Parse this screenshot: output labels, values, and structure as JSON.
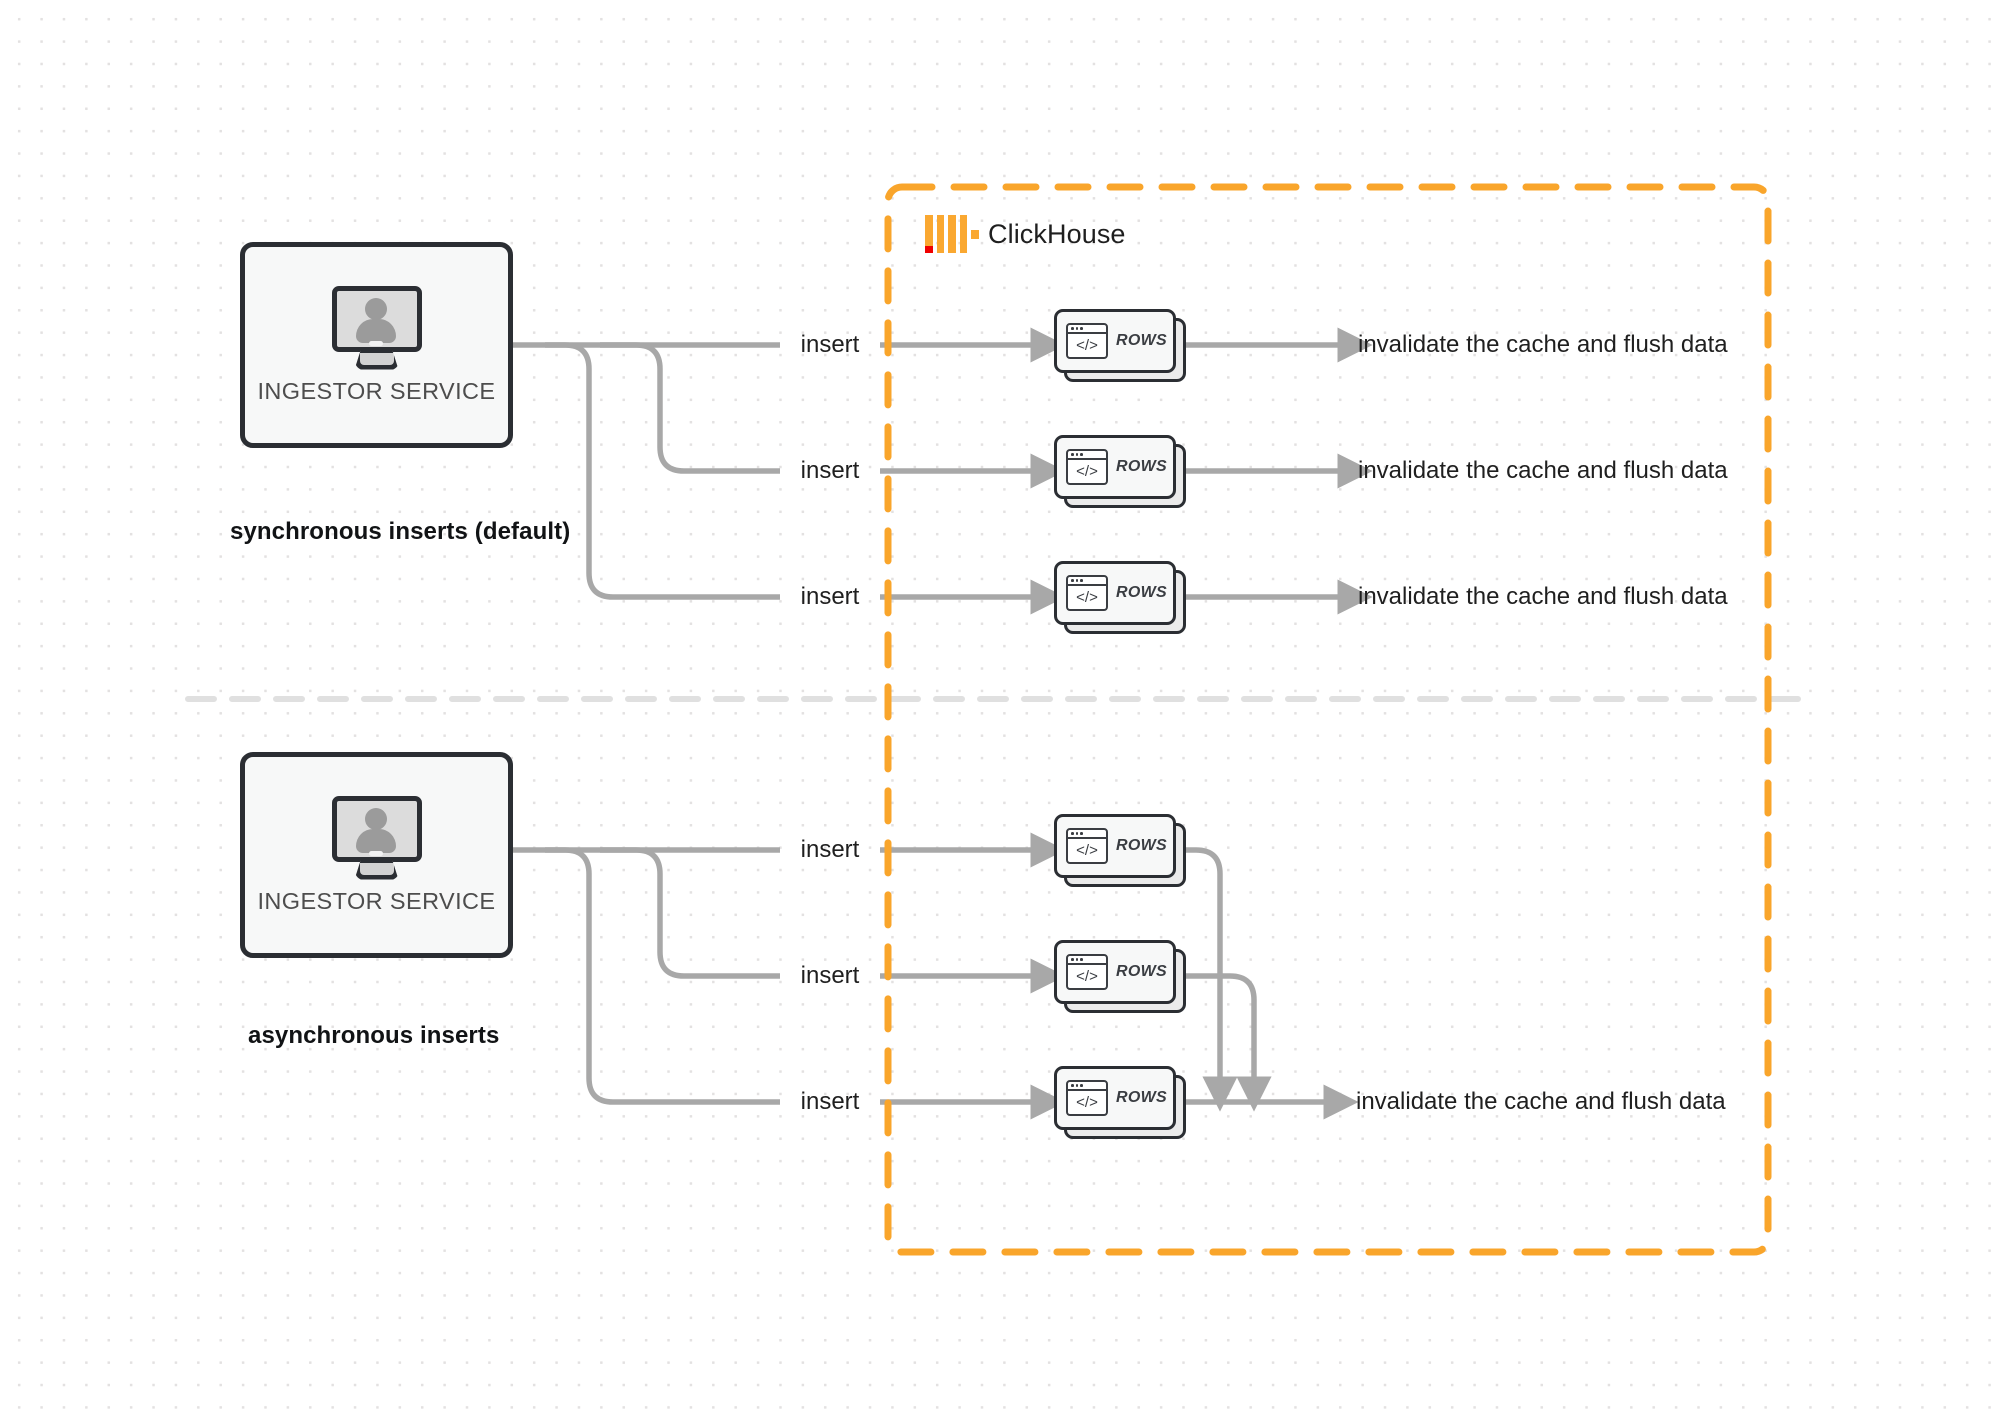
{
  "diagram": {
    "title": "ClickHouse synchronous vs asynchronous inserts",
    "colors": {
      "boundary": "#f9a52b",
      "logo_yellow": "#faa831",
      "logo_red": "#f00000",
      "connector": "#a8a8a8",
      "node_border": "#2b2e33",
      "node_fill": "#f7f8f8",
      "divider": "#e0e0e0",
      "text": "#1f1f1f"
    }
  },
  "boundary": {
    "name": "ClickHouse",
    "logo_icon": "clickhouse-logo-icon",
    "style": "dashed"
  },
  "sections": [
    {
      "id": "synchronous",
      "caption": "synchronous inserts (default)",
      "service": {
        "label": "INGESTOR SERVICE",
        "icon": "monitor-user-icon"
      },
      "rows": [
        {
          "edge_label": "insert",
          "node_label": "ROWS",
          "node_icon": "code-window-icon",
          "outcome": "invalidate the cache and flush data"
        },
        {
          "edge_label": "insert",
          "node_label": "ROWS",
          "node_icon": "code-window-icon",
          "outcome": "invalidate the cache and flush data"
        },
        {
          "edge_label": "insert",
          "node_label": "ROWS",
          "node_icon": "code-window-icon",
          "outcome": "invalidate the cache and flush data"
        }
      ]
    },
    {
      "id": "asynchronous",
      "caption": "asynchronous inserts",
      "service": {
        "label": "INGESTOR SERVICE",
        "icon": "monitor-user-icon"
      },
      "rows": [
        {
          "edge_label": "insert",
          "node_label": "ROWS",
          "node_icon": "code-window-icon",
          "outcome": null
        },
        {
          "edge_label": "insert",
          "node_label": "ROWS",
          "node_icon": "code-window-icon",
          "outcome": null
        },
        {
          "edge_label": "insert",
          "node_label": "ROWS",
          "node_icon": "code-window-icon",
          "outcome": "invalidate the cache and flush data"
        }
      ]
    }
  ]
}
